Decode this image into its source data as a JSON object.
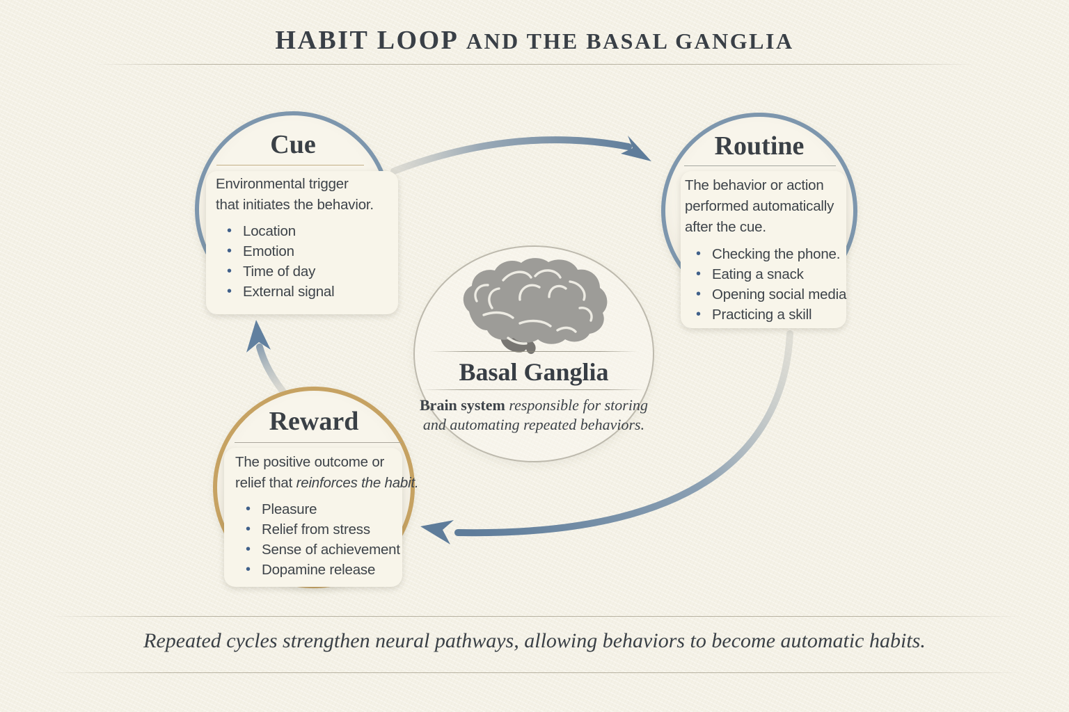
{
  "header": {
    "title_primary": "HABIT LOOP",
    "title_secondary": "AND THE BASAL GANGLIA"
  },
  "nodes": {
    "cue": {
      "title": "Cue",
      "desc_lines": [
        "Environmental trigger",
        "that initiates the behavior."
      ],
      "bullets": [
        "Location",
        "Emotion",
        "Time of day",
        "External signal"
      ]
    },
    "routine": {
      "title": "Routine",
      "desc_lines": [
        "The behavior or action",
        "performed automatically",
        "after the cue."
      ],
      "bullets": [
        "Checking the phone.",
        "Eating a snack",
        "Opening social media",
        "Practicing a skill"
      ]
    },
    "reward": {
      "title": "Reward",
      "desc_line1": "The positive outcome or",
      "desc_line2_normal": "relief that ",
      "desc_line2_italic": "reinforces the habit.",
      "bullets": [
        "Pleasure",
        "Relief from stress",
        "Sense of achievement",
        "Dopamine release"
      ]
    }
  },
  "center": {
    "title": "Basal Ganglia",
    "desc_bold": "Brain system ",
    "desc_italic_line1": "responsible for storing",
    "desc_line2": "and automating repeated behaviors."
  },
  "footer": {
    "caption": "Repeated cycles strengthen neural pathways, allowing behaviors to become automatic habits."
  },
  "colors": {
    "background": "#f4f1e6",
    "node_fill": "#f8f5ea",
    "node_border_blue": "#7d96ad",
    "node_border_gold": "#c6a262",
    "arrow_blue": "#5e7c9a",
    "arrow_light": "#c6c8c4",
    "text_dark": "#3d4349",
    "bullet_dot": "#40608a",
    "rule_gold": "#c2ae85",
    "rule_gray": "#a3a69f",
    "brain_gray": "#9d9c98",
    "brain_dark": "#787672",
    "ellipse_border": "#aaa698"
  }
}
